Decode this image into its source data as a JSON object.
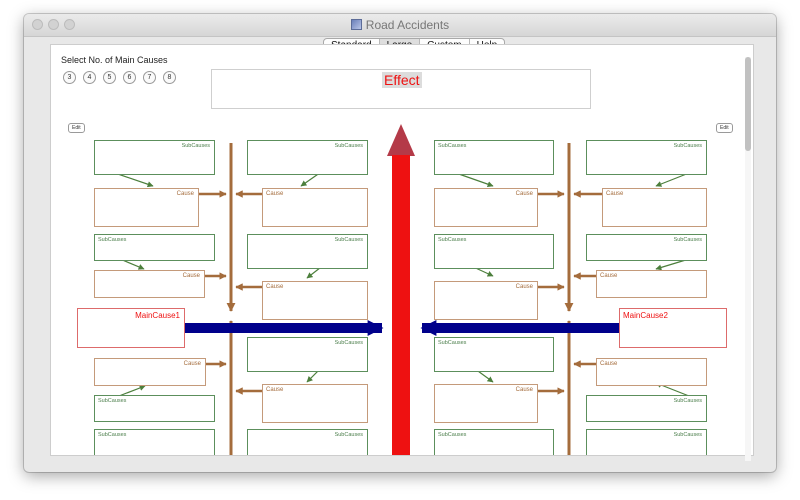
{
  "window": {
    "title": "Road Accidents",
    "tabs": [
      {
        "label": "Standard",
        "active": false
      },
      {
        "label": "Large",
        "active": true
      },
      {
        "label": "Custom",
        "active": false
      },
      {
        "label": "Help",
        "active": false
      }
    ]
  },
  "controls": {
    "select_label": "Select No. of Main Causes",
    "numbers": [
      "3",
      "4",
      "5",
      "6",
      "7",
      "8"
    ],
    "edit_left": "Edit",
    "edit_right": "Edit"
  },
  "diagram": {
    "effect": "Effect",
    "main_cause_1": "MainCause1",
    "main_cause_2": "MainCause2",
    "subcause_label": "SubCauses",
    "cause_label": "Cause"
  },
  "colors": {
    "effect_text": "#ee1111",
    "spine": "#ee1111",
    "main_arrow": "#00008b",
    "bone": "#a46c3c",
    "sub_arrow": "#4c7f3c"
  }
}
